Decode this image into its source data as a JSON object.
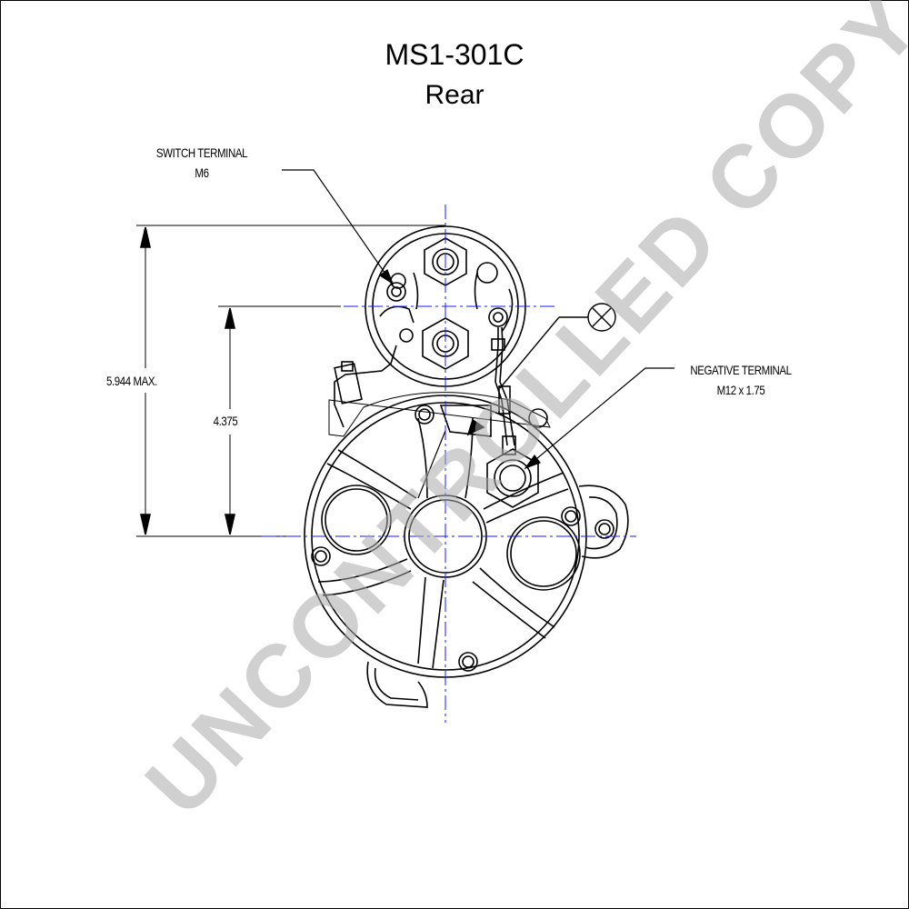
{
  "title": {
    "model": "MS1-301C",
    "view": "Rear"
  },
  "annotations": {
    "switch_terminal": {
      "name": "SWITCH TERMINAL",
      "thread": "M6"
    },
    "negative_terminal": {
      "name": "NEGATIVE TERMINAL",
      "thread": "M12 x 1.75"
    },
    "dim_max_height": "5.944 MAX.",
    "dim_center_height": "4.375"
  },
  "watermark": "UNCONTROLLED COPY",
  "colors": {
    "line": "#000000",
    "centerline": "#1a1aff",
    "watermark": "#aaaaaa"
  }
}
